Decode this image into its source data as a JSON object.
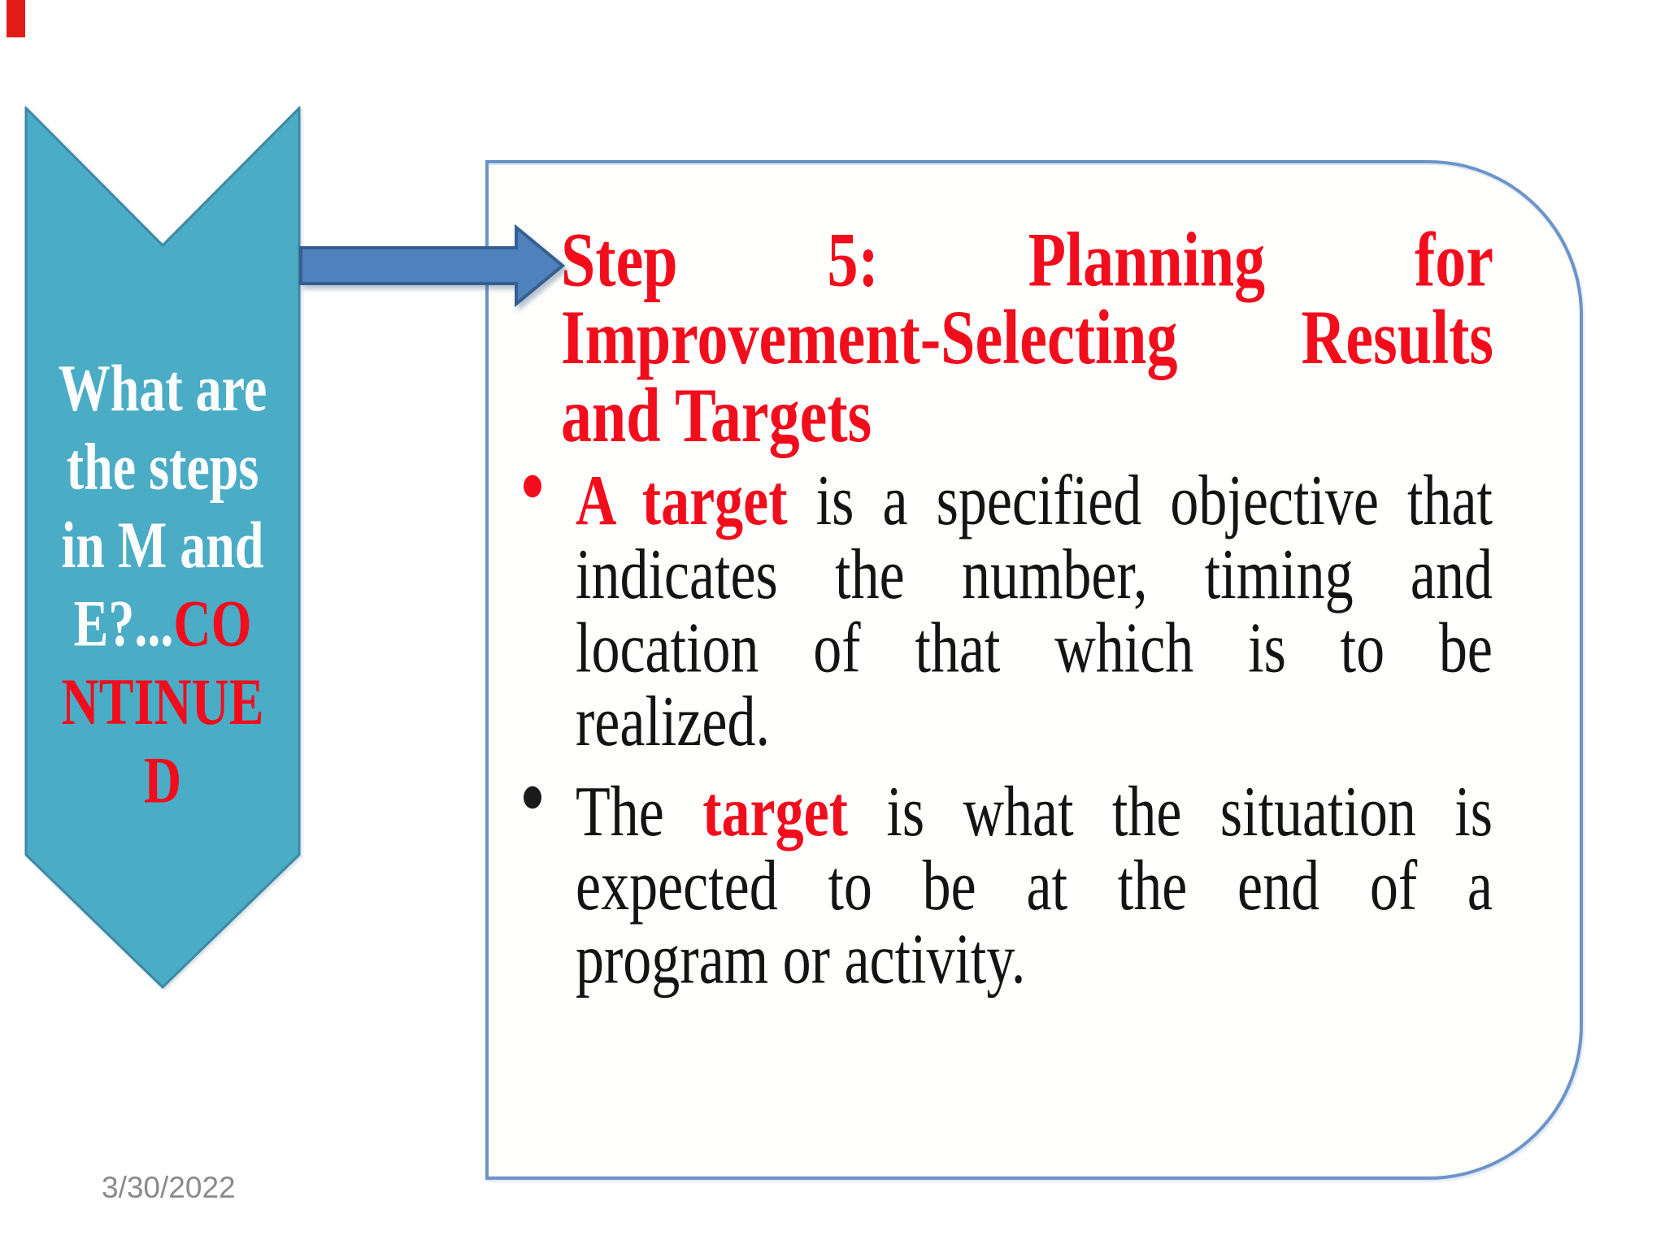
{
  "theme": {
    "red": "#F20D1C",
    "chevron-fill": "#4BACC6",
    "chevron-border": "#3E88A5",
    "arrow-fill": "#4F81BD",
    "arrow-border": "#365F91",
    "box-border": "#6B94C9",
    "date-color": "#8A8A8A",
    "corner-bar": "#E31C18"
  },
  "slide": {
    "date_label": "3/30/2022",
    "chevron_banner": {
      "lines": [
        {
          "justify": false,
          "segments": [
            {
              "text": "What are",
              "style": "white"
            }
          ]
        },
        {
          "justify": false,
          "segments": [
            {
              "text": "the steps",
              "style": "white"
            }
          ]
        },
        {
          "justify": false,
          "segments": [
            {
              "text": "in M and",
              "style": "white"
            }
          ]
        },
        {
          "justify": false,
          "segments": [
            {
              "text": "E?...",
              "style": "white"
            },
            {
              "text": "CO",
              "style": "red"
            }
          ]
        },
        {
          "justify": false,
          "segments": [
            {
              "text": "NTINUE",
              "style": "red"
            }
          ]
        },
        {
          "justify": false,
          "segments": [
            {
              "text": "D",
              "style": "red"
            }
          ]
        }
      ]
    },
    "content_box": {
      "title": {
        "lines": [
          {
            "justify": true,
            "segments": [
              {
                "text": "Step 5: Planning for"
              }
            ]
          },
          {
            "justify": true,
            "segments": [
              {
                "text": "Improvement-Selecting Results"
              }
            ]
          },
          {
            "justify": false,
            "segments": [
              {
                "text": "and Targets"
              }
            ]
          }
        ]
      },
      "bullets": [
        {
          "marker": "•",
          "marker_color": "#F20D1C",
          "lines": [
            {
              "justify": true,
              "segments": [
                {
                  "text": "A target ",
                  "style": "red-bold"
                },
                {
                  "text": "is a specified objective that"
                }
              ]
            },
            {
              "justify": true,
              "segments": [
                {
                  "text": "indicates the number, timing and"
                }
              ]
            },
            {
              "justify": true,
              "segments": [
                {
                  "text": "location of that which is to be"
                }
              ]
            },
            {
              "justify": false,
              "segments": [
                {
                  "text": "realized."
                }
              ]
            }
          ]
        },
        {
          "marker": "•",
          "marker_color": "#1A1A1A",
          "lines": [
            {
              "justify": true,
              "segments": [
                {
                  "text": "The "
                },
                {
                  "text": "target",
                  "style": "red-bold"
                },
                {
                  "text": " is what the situation is"
                }
              ]
            },
            {
              "justify": true,
              "segments": [
                {
                  "text": "expected to be at the end of a"
                }
              ]
            },
            {
              "justify": false,
              "segments": [
                {
                  "text": "program or activity."
                }
              ]
            }
          ]
        }
      ]
    }
  }
}
